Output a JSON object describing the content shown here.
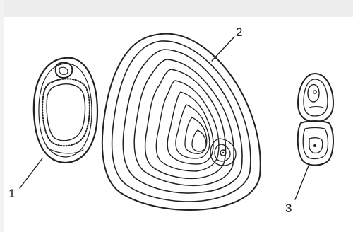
{
  "labels": {
    "one": "1",
    "two": "2",
    "three": "3"
  },
  "colors": {
    "ink": "#222222",
    "background": "#ffffff",
    "top_band": "#ededed"
  }
}
